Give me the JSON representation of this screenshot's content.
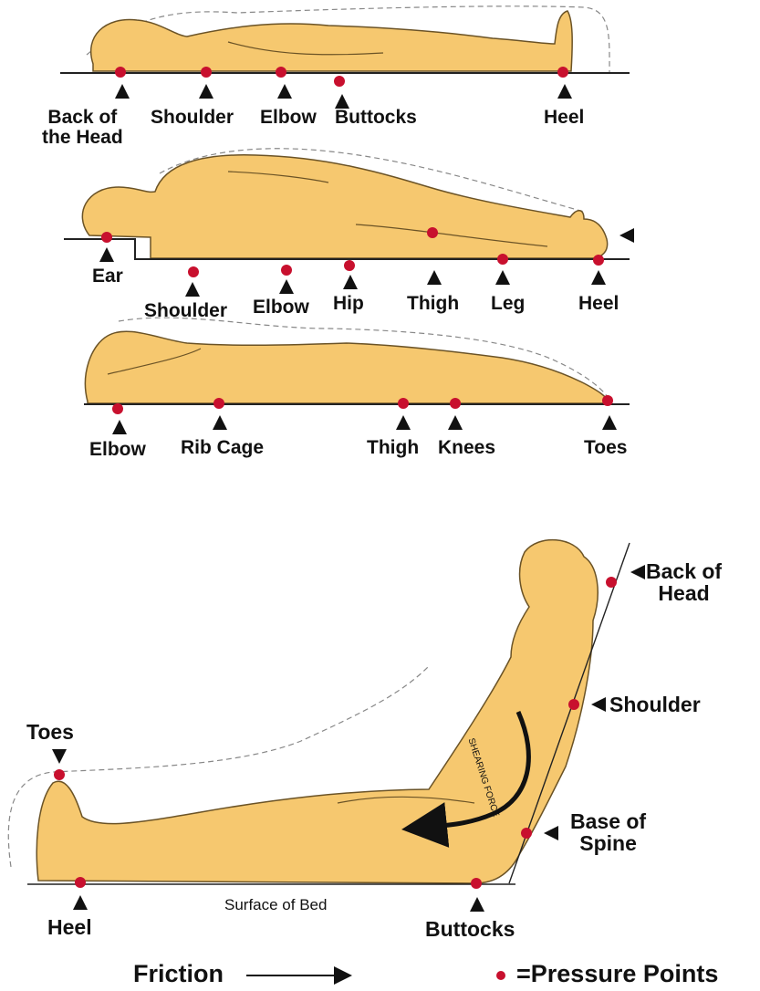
{
  "colors": {
    "skin": "#F6C86F",
    "outline": "#6b5326",
    "pressure_point": "#C8102E",
    "marker": "#111111"
  },
  "supine": {
    "labels": {
      "back_of_head": "Back of\nthe Head",
      "shoulder": "Shoulder",
      "elbow": "Elbow",
      "buttocks": "Buttocks",
      "heel": "Heel"
    }
  },
  "side_lying": {
    "labels": {
      "ear": "Ear",
      "shoulder": "Shoulder",
      "elbow": "Elbow",
      "hip": "Hip",
      "thigh": "Thigh",
      "leg": "Leg",
      "heel": "Heel"
    }
  },
  "prone": {
    "labels": {
      "elbow": "Elbow",
      "rib_cage": "Rib Cage",
      "thigh": "Thigh",
      "knees": "Knees",
      "toes": "Toes"
    }
  },
  "sitting": {
    "labels": {
      "back_of_head": "Back of\nHead",
      "shoulder": "Shoulder",
      "toes": "Toes",
      "base_of_spine": "Base of\nSpine",
      "heel": "Heel",
      "buttocks": "Buttocks"
    },
    "surface_label": "Surface of Bed",
    "shearing_label": "SHEARING FORCE"
  },
  "legend": {
    "friction": "Friction",
    "pressure_points": "=Pressure Points"
  }
}
